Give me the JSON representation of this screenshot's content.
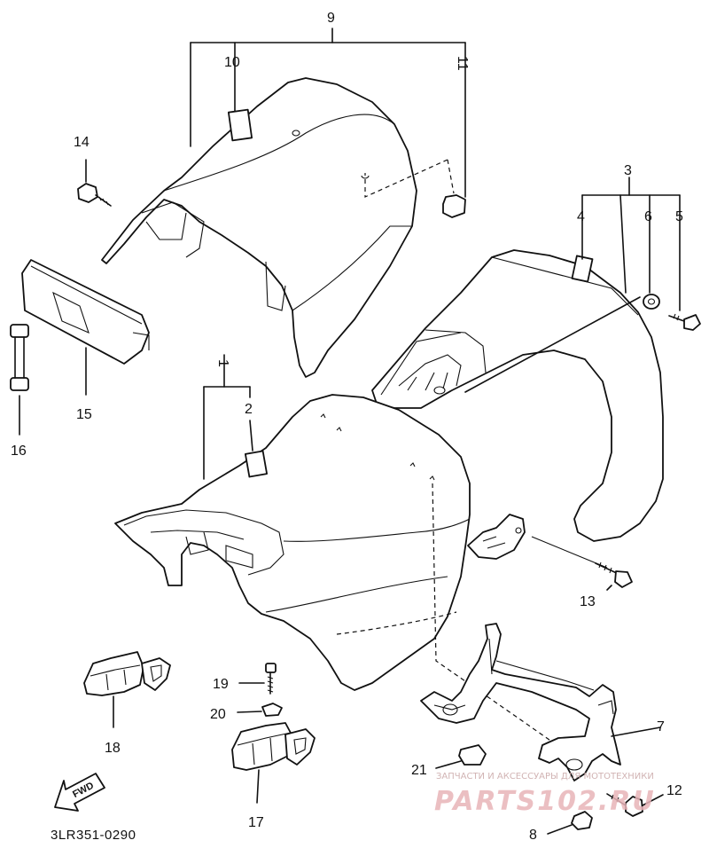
{
  "callouts": {
    "n1": "1",
    "n2": "2",
    "n3": "3",
    "n4": "4",
    "n5": "5",
    "n6": "6",
    "n7": "7",
    "n8": "8",
    "n9": "9",
    "n10": "10",
    "n11": "11",
    "n12": "12",
    "n13": "13",
    "n14": "14",
    "n15": "15",
    "n16": "16",
    "n17": "17",
    "n18": "18",
    "n19": "19",
    "n20": "20",
    "n21": "21"
  },
  "diagram_code": "3LR351-0290",
  "fwd_label": "FWD",
  "watermark": {
    "tagline": "ЗАПЧАСТИ И АКСЕССУАРЫ ДЛЯ МОТОТЕХНИКИ",
    "brand": "PARTS102.RU"
  }
}
